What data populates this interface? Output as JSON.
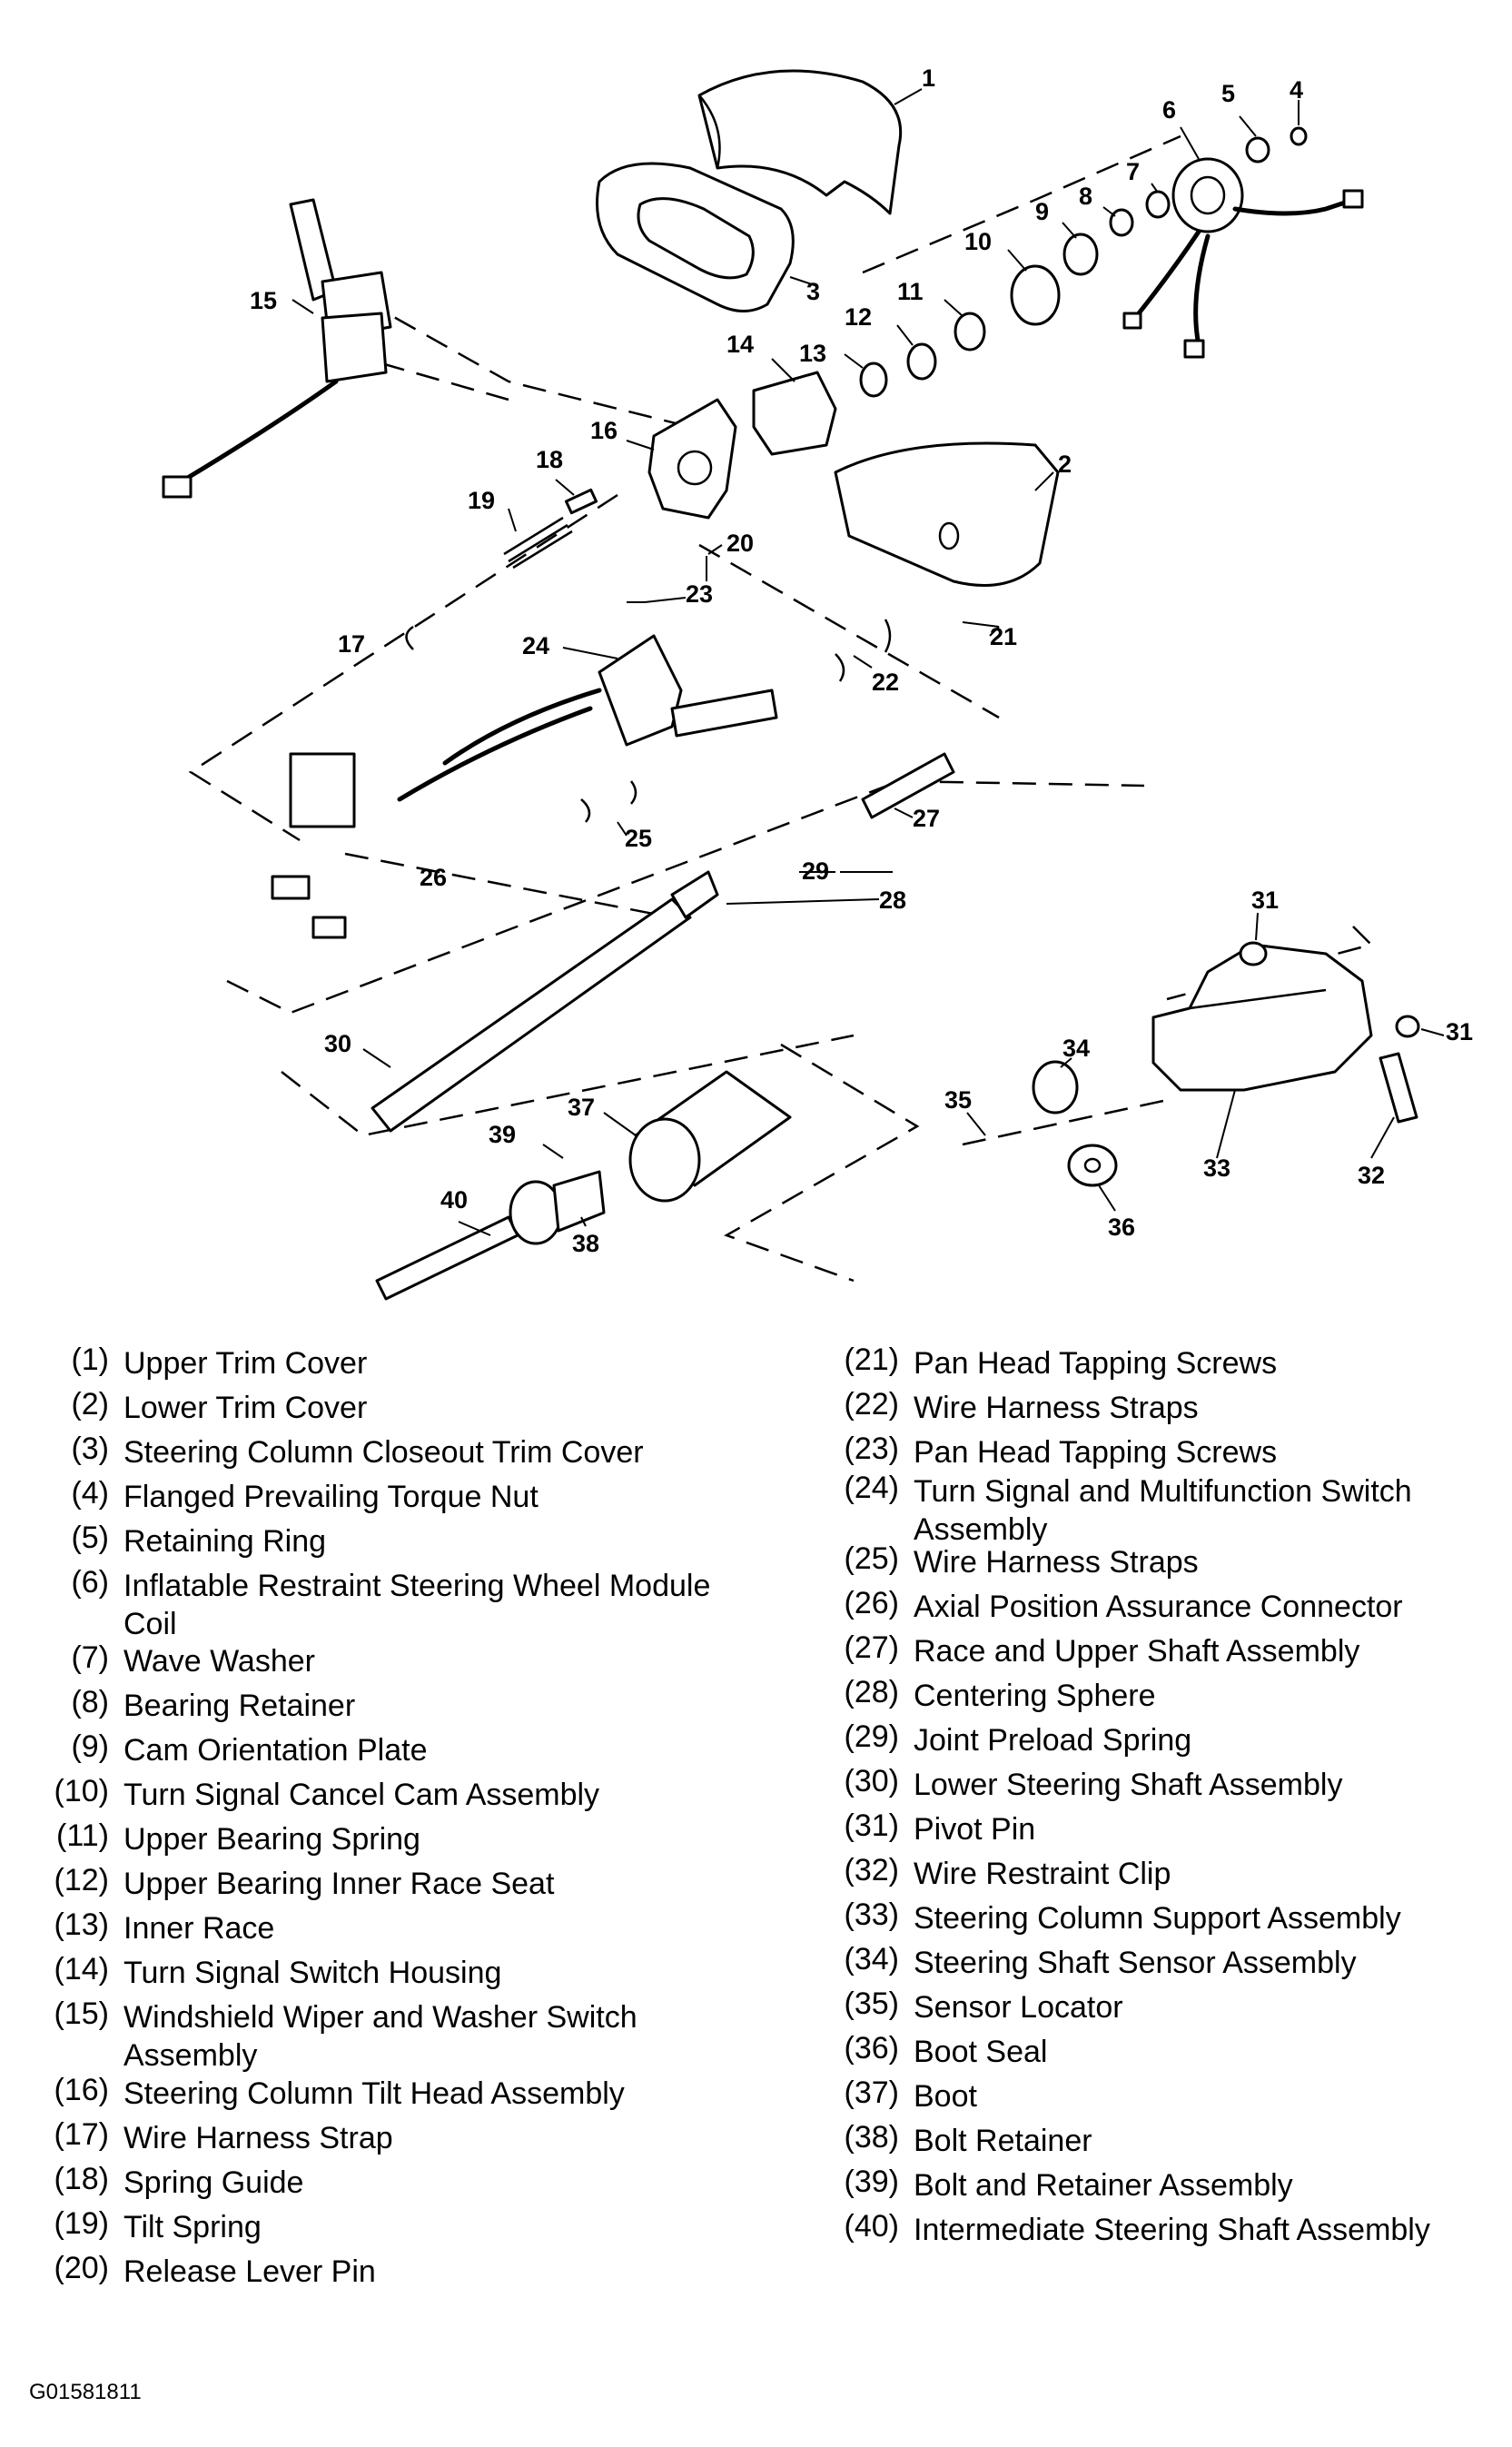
{
  "figure_code": "G01581811",
  "parts": [
    {
      "num": "(1)",
      "label": "Upper Trim Cover"
    },
    {
      "num": "(2)",
      "label": "Lower Trim Cover"
    },
    {
      "num": "(3)",
      "label": "Steering Column Closeout Trim Cover"
    },
    {
      "num": "(4)",
      "label": "Flanged Prevailing Torque Nut"
    },
    {
      "num": "(5)",
      "label": "Retaining Ring"
    },
    {
      "num": "(6)",
      "label": "Inflatable Restraint Steering Wheel Module Coil"
    },
    {
      "num": "(7)",
      "label": "Wave Washer"
    },
    {
      "num": "(8)",
      "label": "Bearing Retainer"
    },
    {
      "num": "(9)",
      "label": "Cam Orientation Plate"
    },
    {
      "num": "(10)",
      "label": "Turn Signal Cancel Cam Assembly"
    },
    {
      "num": "(11)",
      "label": "Upper Bearing Spring"
    },
    {
      "num": "(12)",
      "label": "Upper Bearing Inner Race Seat"
    },
    {
      "num": "(13)",
      "label": "Inner Race"
    },
    {
      "num": "(14)",
      "label": "Turn Signal Switch Housing"
    },
    {
      "num": "(15)",
      "label": "Windshield Wiper and Washer Switch Assembly"
    },
    {
      "num": "(16)",
      "label": "Steering Column Tilt Head Assembly"
    },
    {
      "num": "(17)",
      "label": "Wire Harness Strap"
    },
    {
      "num": "(18)",
      "label": "Spring Guide"
    },
    {
      "num": "(19)",
      "label": "Tilt Spring"
    },
    {
      "num": "(20)",
      "label": "Release Lever Pin"
    },
    {
      "num": "(21)",
      "label": "Pan Head Tapping Screws"
    },
    {
      "num": "(22)",
      "label": "Wire Harness Straps"
    },
    {
      "num": "(23)",
      "label": "Pan Head Tapping Screws"
    },
    {
      "num": "(24)",
      "label": "Turn Signal and Multifunction Switch Assembly"
    },
    {
      "num": "(25)",
      "label": "Wire Harness Straps"
    },
    {
      "num": "(26)",
      "label": "Axial Position Assurance Connector"
    },
    {
      "num": "(27)",
      "label": "Race and Upper Shaft Assembly"
    },
    {
      "num": "(28)",
      "label": "Centering Sphere"
    },
    {
      "num": "(29)",
      "label": "Joint Preload Spring"
    },
    {
      "num": "(30)",
      "label": "Lower Steering Shaft Assembly"
    },
    {
      "num": "(31)",
      "label": "Pivot Pin"
    },
    {
      "num": "(32)",
      "label": "Wire Restraint Clip"
    },
    {
      "num": "(33)",
      "label": "Steering Column Support Assembly"
    },
    {
      "num": "(34)",
      "label": "Steering Shaft Sensor Assembly"
    },
    {
      "num": "(35)",
      "label": "Sensor Locator"
    },
    {
      "num": "(36)",
      "label": "Boot Seal"
    },
    {
      "num": "(37)",
      "label": "Boot"
    },
    {
      "num": "(38)",
      "label": "Bolt Retainer"
    },
    {
      "num": "(39)",
      "label": "Bolt and Retainer Assembly"
    },
    {
      "num": "(40)",
      "label": "Intermediate Steering Shaft Assembly"
    }
  ],
  "callouts": [
    {
      "text": "1"
    },
    {
      "text": "2"
    },
    {
      "text": "3"
    },
    {
      "text": "4"
    },
    {
      "text": "5"
    },
    {
      "text": "6"
    },
    {
      "text": "7"
    },
    {
      "text": "8"
    },
    {
      "text": "9"
    },
    {
      "text": "10"
    },
    {
      "text": "11"
    },
    {
      "text": "12"
    },
    {
      "text": "13"
    },
    {
      "text": "14"
    },
    {
      "text": "15"
    },
    {
      "text": "16"
    },
    {
      "text": "17"
    },
    {
      "text": "18"
    },
    {
      "text": "19"
    },
    {
      "text": "20"
    },
    {
      "text": "21"
    },
    {
      "text": "22"
    },
    {
      "text": "23"
    },
    {
      "text": "24"
    },
    {
      "text": "25"
    },
    {
      "text": "26"
    },
    {
      "text": "27"
    },
    {
      "text": "28"
    },
    {
      "text": "29"
    },
    {
      "text": "30"
    },
    {
      "text": "31"
    },
    {
      "text": "31"
    },
    {
      "text": "32"
    },
    {
      "text": "33"
    },
    {
      "text": "34"
    },
    {
      "text": "35"
    },
    {
      "text": "36"
    },
    {
      "text": "37"
    },
    {
      "text": "38"
    },
    {
      "text": "39"
    },
    {
      "text": "40"
    }
  ]
}
